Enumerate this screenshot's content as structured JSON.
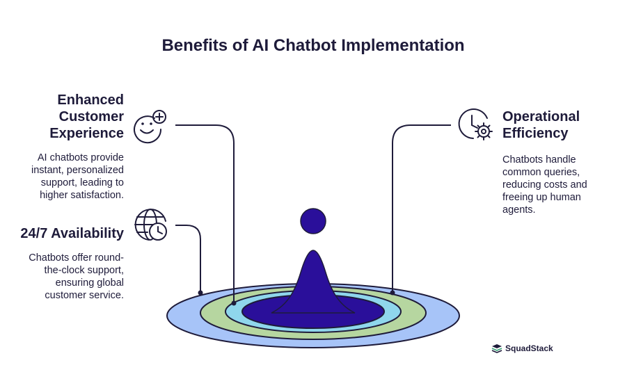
{
  "title": "Benefits of AI Chatbot Implementation",
  "benefits": [
    {
      "heading": "Enhanced Customer Experience",
      "heading_lines": [
        "Enhanced",
        "Customer",
        "Experience"
      ],
      "body_lines": [
        "AI chatbots provide",
        "instant, personalized",
        "support, leading to",
        "higher satisfaction."
      ],
      "icon": "smiley-plus-icon"
    },
    {
      "heading": "24/7 Availability",
      "body_lines": [
        "Chatbots offer round-",
        "the-clock support,",
        "ensuring global",
        "customer service."
      ],
      "icon": "globe-clock-icon"
    },
    {
      "heading": "Operational Efficiency",
      "heading_lines": [
        "Operational",
        "Efficiency"
      ],
      "body_lines": [
        "Chatbots handle",
        "common queries,",
        "reducing costs and",
        "freeing up human",
        "agents."
      ],
      "icon": "clock-gear-icon"
    }
  ],
  "brand": {
    "name": "SquadStack",
    "logo_icon": "squadstack-logo-icon"
  },
  "colors": {
    "ring_outer": "#a7c4f8",
    "ring_green": "#b6d6a0",
    "ring_cyan": "#8fd6ec",
    "center": "#2a0f9a",
    "ink": "#1e1b3a"
  }
}
